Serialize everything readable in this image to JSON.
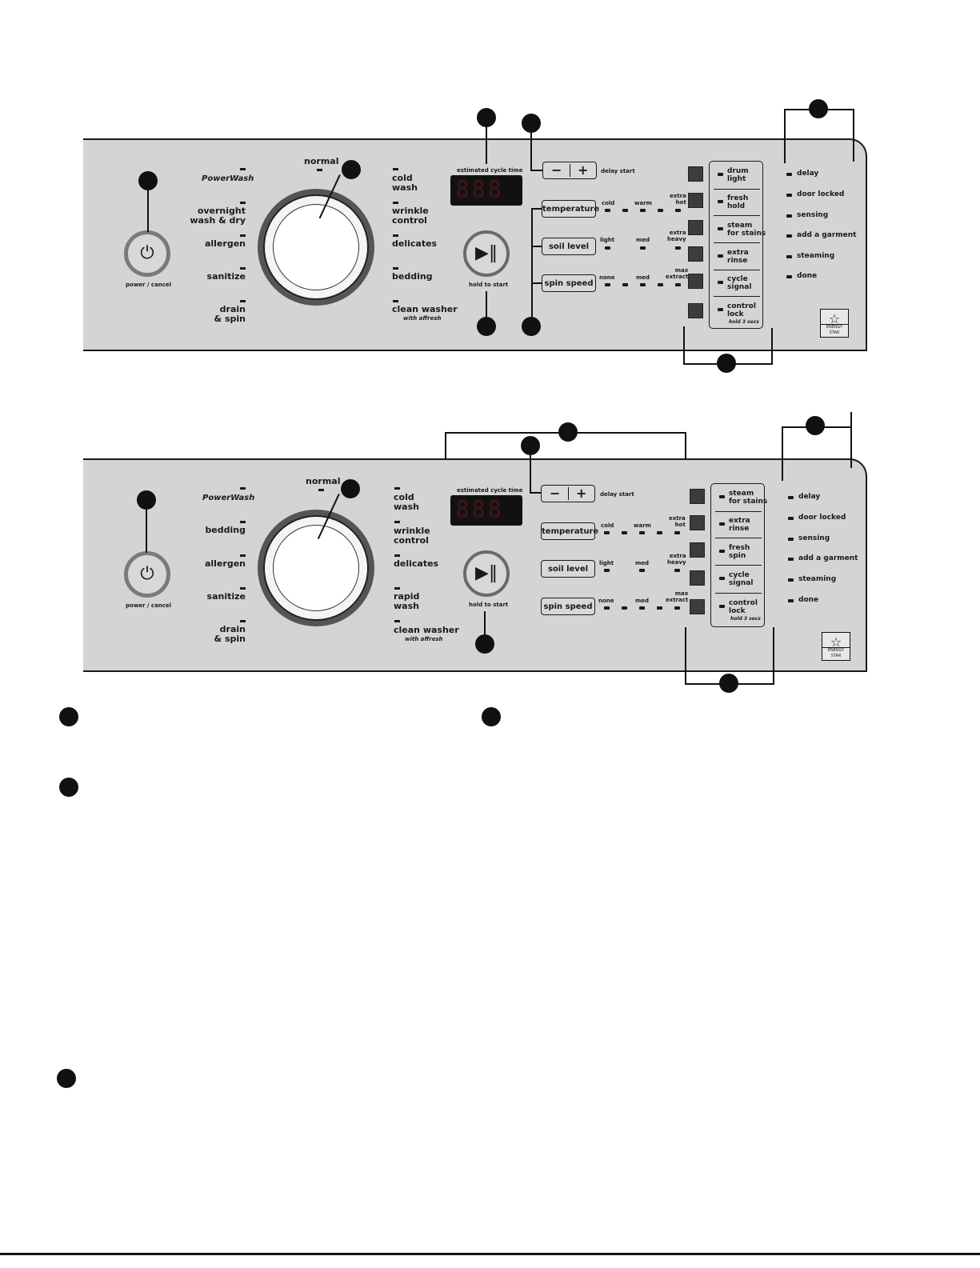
{
  "top_panel": {
    "powerwash": "PowerWash",
    "power_label": "power / cancel",
    "left_cycles": [
      "overnight\nwash & dry",
      "allergen",
      "sanitize",
      "drain\n& spin"
    ],
    "top_cycle": "normal",
    "right_cycles": [
      "cold\nwash",
      "wrinkle\ncontrol",
      "delicates",
      "bedding",
      "clean washer"
    ],
    "with_affresh": "with affresh",
    "display_title": "estimated cycle time",
    "display_digits": "888",
    "minus": "−",
    "plus": "+",
    "delay_start": "delay start",
    "start_label": "hold to start",
    "temperature": "temperature",
    "temp_levels": [
      "cold",
      "warm",
      "extra\nhot"
    ],
    "soil_level": "soil level",
    "soil_levels": [
      "light",
      "med",
      "extra\nheavy"
    ],
    "spin_speed": "spin speed",
    "spin_levels": [
      "none",
      "med",
      "max\nextract"
    ],
    "options": [
      "drum\nlight",
      "fresh\nhold",
      "steam\nfor stains",
      "extra\nrinse",
      "cycle\nsignal",
      "control\nlock"
    ],
    "hold_note": "hold 3 secs",
    "status": [
      "delay",
      "door locked",
      "sensing",
      "add a garment",
      "steaming",
      "done"
    ],
    "energy_star": "ENERGY STAR"
  },
  "bottom_panel": {
    "powerwash": "PowerWash",
    "power_label": "power / cancel",
    "left_cycles": [
      "bedding",
      "allergen",
      "sanitize",
      "drain\n& spin"
    ],
    "top_cycle": "normal",
    "right_cycles": [
      "cold\nwash",
      "wrinkle\ncontrol",
      "delicates",
      "rapid\nwash",
      "clean washer"
    ],
    "with_affresh": "with affresh",
    "display_title": "estimated cycle time",
    "display_digits": "888",
    "minus": "−",
    "plus": "+",
    "delay_start": "delay start",
    "start_label": "hold to start",
    "temperature": "temperature",
    "temp_levels": [
      "cold",
      "warm",
      "extra\nhot"
    ],
    "soil_level": "soil level",
    "soil_levels": [
      "light",
      "med",
      "extra\nheavy"
    ],
    "spin_speed": "spin speed",
    "spin_levels": [
      "none",
      "med",
      "max\nextract"
    ],
    "options": [
      "steam\nfor stains",
      "extra\nrinse",
      "fresh\nspin",
      "cycle\nsignal",
      "control\nlock"
    ],
    "hold_note": "hold 3 secs",
    "status": [
      "delay",
      "door locked",
      "sensing",
      "add a garment",
      "steaming",
      "done"
    ],
    "energy_star": "ENERGY STAR"
  }
}
